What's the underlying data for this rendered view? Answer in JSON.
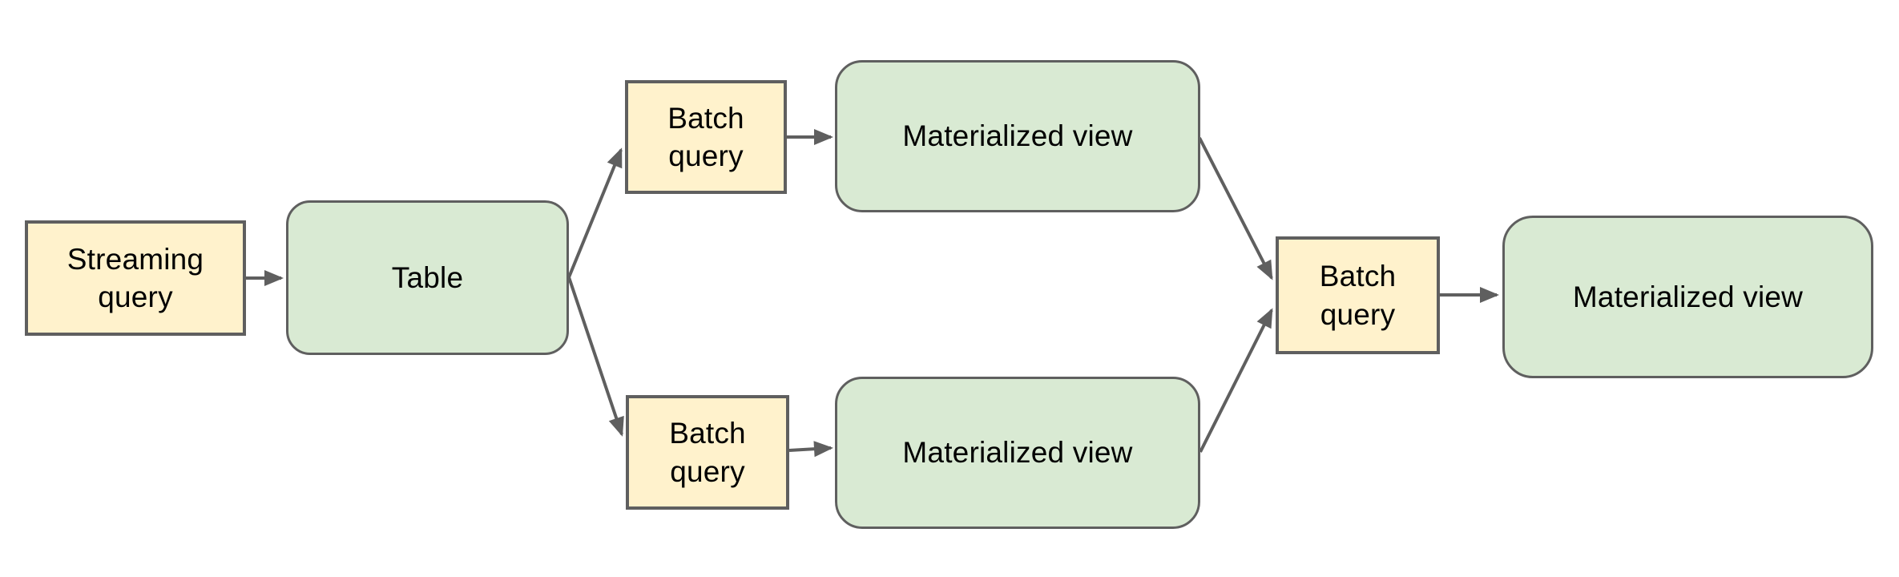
{
  "diagram": {
    "nodes": {
      "streaming_query": {
        "label": "Streaming query",
        "shape": "rectangle",
        "fill": "#fff2cc",
        "border": "#5f5f5f"
      },
      "table": {
        "label": "Table",
        "shape": "rounded",
        "fill": "#d9ead3",
        "border": "#5f5f5f"
      },
      "batch_query_top": {
        "label": "Batch query",
        "shape": "rectangle",
        "fill": "#fff2cc",
        "border": "#5f5f5f"
      },
      "materialized_view_top": {
        "label": "Materialized view",
        "shape": "rounded",
        "fill": "#d9ead3",
        "border": "#5f5f5f"
      },
      "batch_query_bottom": {
        "label": "Batch query",
        "shape": "rectangle",
        "fill": "#fff2cc",
        "border": "#5f5f5f"
      },
      "materialized_view_bottom": {
        "label": "Materialized view",
        "shape": "rounded",
        "fill": "#d9ead3",
        "border": "#5f5f5f"
      },
      "batch_query_right": {
        "label": "Batch query",
        "shape": "rectangle",
        "fill": "#fff2cc",
        "border": "#5f5f5f"
      },
      "materialized_view_right": {
        "label": "Materialized view",
        "shape": "rounded",
        "fill": "#d9ead3",
        "border": "#5f5f5f"
      }
    },
    "edges": [
      {
        "from": "streaming_query",
        "to": "table"
      },
      {
        "from": "table",
        "to": "batch_query_top"
      },
      {
        "from": "table",
        "to": "batch_query_bottom"
      },
      {
        "from": "batch_query_top",
        "to": "materialized_view_top"
      },
      {
        "from": "batch_query_bottom",
        "to": "materialized_view_bottom"
      },
      {
        "from": "materialized_view_top",
        "to": "batch_query_right"
      },
      {
        "from": "materialized_view_bottom",
        "to": "batch_query_right"
      },
      {
        "from": "batch_query_right",
        "to": "materialized_view_right"
      }
    ],
    "colors": {
      "query_fill": "#fff2cc",
      "view_fill": "#d9ead3",
      "stroke": "#5f5f5f",
      "text": "#000000",
      "background": "#ffffff"
    }
  }
}
